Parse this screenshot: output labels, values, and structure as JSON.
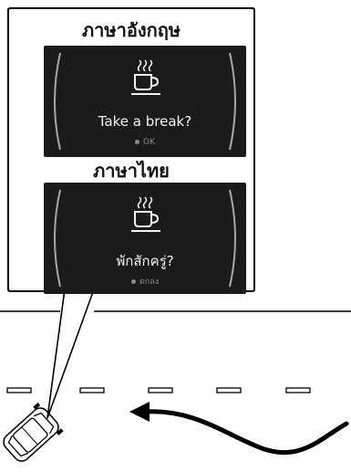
{
  "top_panel": {
    "heading": "ภาษาอังกฤษ",
    "message": "Take a break?",
    "button": "OK"
  },
  "bottom_panel": {
    "heading": "ภาษาไทย",
    "message": "พักสักครู่?",
    "button": "ตกลง"
  },
  "icons": {
    "panel_icon": "coffee-cup-icon",
    "vehicle": "car-top-view",
    "path": "curved-arrow"
  }
}
